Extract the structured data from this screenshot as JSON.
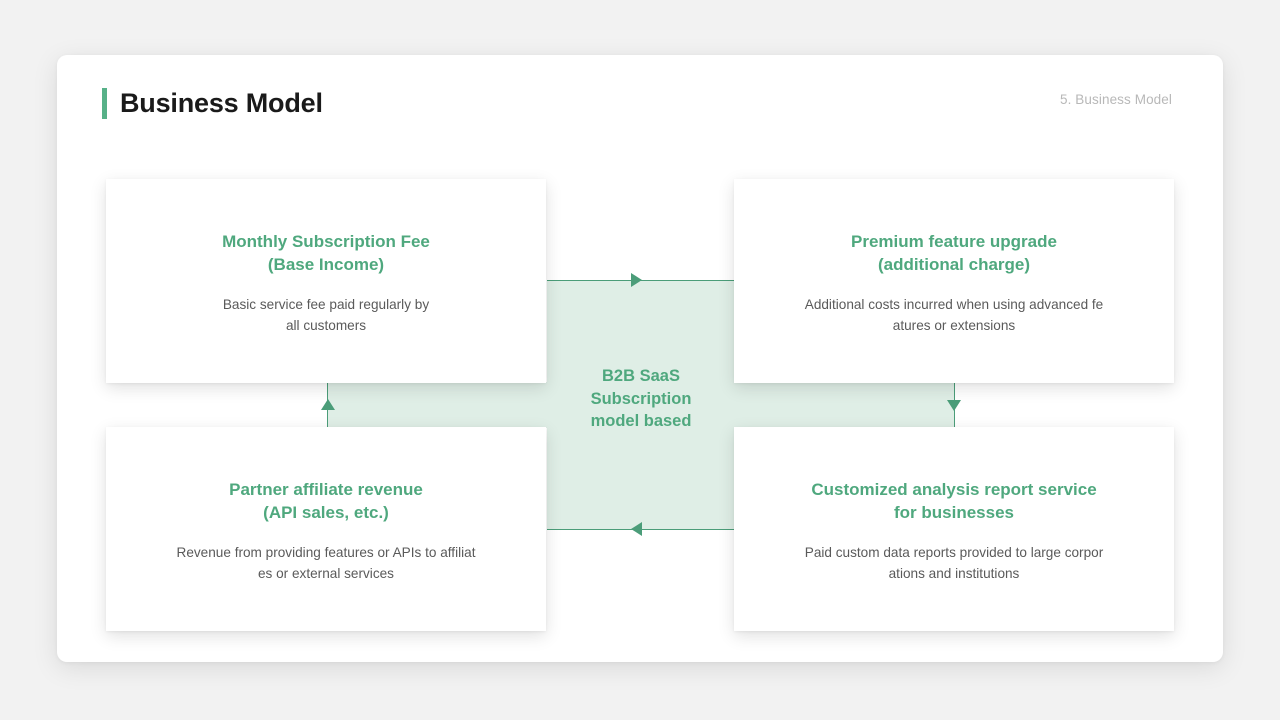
{
  "header": {
    "title": "Business Model",
    "section_label": "5. Business Model",
    "accent_color": "#57b188"
  },
  "diagram": {
    "center": {
      "label": "B2B SaaS\nSubscription\nmodel based",
      "fill_color": "#dfeee6",
      "text_color": "#4fa87e"
    },
    "connector_color": "#4b9d79",
    "arrows": [
      {
        "name": "top-arrow",
        "direction": "right"
      },
      {
        "name": "bottom-arrow",
        "direction": "left"
      },
      {
        "name": "left-arrow",
        "direction": "up"
      },
      {
        "name": "right-arrow",
        "direction": "down"
      }
    ],
    "cards": [
      {
        "position": "top-left",
        "title": "Monthly Subscription Fee\n(Base Income)",
        "description": "Basic service fee paid regularly by\nall customers"
      },
      {
        "position": "top-right",
        "title": "Premium feature upgrade\n(additional charge)",
        "description": "Additional costs incurred when using advanced fe\natures or extensions"
      },
      {
        "position": "bottom-left",
        "title": "Partner affiliate revenue\n(API sales, etc.)",
        "description": "Revenue from providing features or APIs to affiliat\nes or external services"
      },
      {
        "position": "bottom-right",
        "title": "Customized analysis report service\nfor businesses",
        "description": "Paid custom data reports provided to large corpor\nations and institutions"
      }
    ]
  }
}
